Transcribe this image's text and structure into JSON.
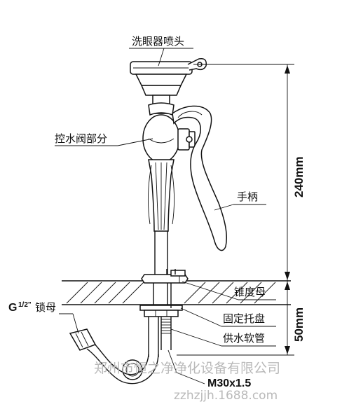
{
  "labels": {
    "eyewash_head": "洗眼器喷头",
    "valve_part": "控水阀部分",
    "handle": "手柄",
    "cone_nut": "锥度母",
    "fixed_tray": "固定托盘",
    "supply_hose": "供水软管",
    "lock_nut_prefix": "G",
    "lock_nut_fraction": "1/2\"",
    "lock_nut_text": "锁母",
    "thread_spec": "M30x1.5"
  },
  "dimensions": {
    "height_upper": "240mm",
    "height_lower": "50mm"
  },
  "watermark": {
    "company": "郑州市恒之净净化设备有限公司",
    "site": "zzhzjjh.1688.com"
  }
}
